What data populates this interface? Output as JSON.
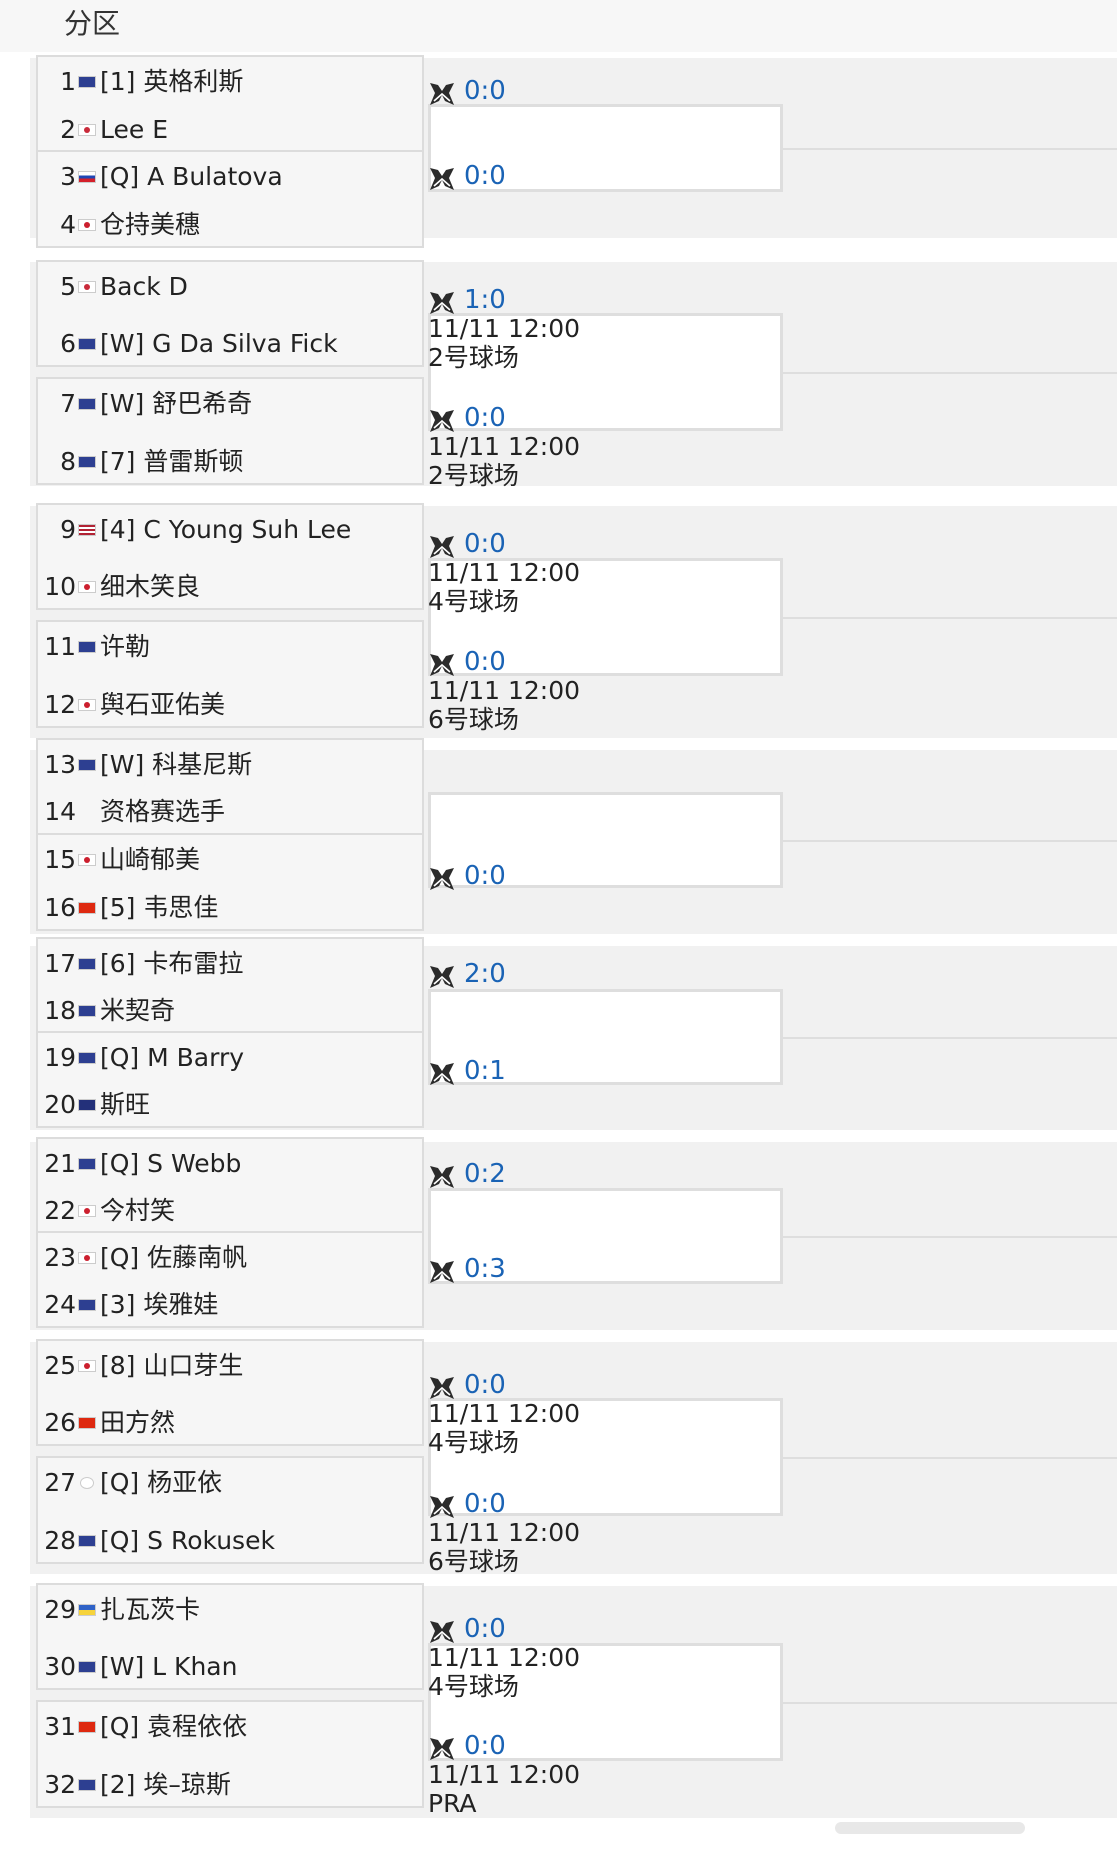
{
  "header": {
    "label": "分区"
  },
  "draw": {
    "players": [
      {
        "seed": "1",
        "flag": "au",
        "name": "[1] 英格利斯"
      },
      {
        "seed": "2",
        "flag": "kr",
        "name": "Lee E"
      },
      {
        "seed": "3",
        "flag": "ru",
        "name": "[Q] A Bulatova"
      },
      {
        "seed": "4",
        "flag": "jp",
        "name": "仓持美穗"
      },
      {
        "seed": "5",
        "flag": "kr",
        "name": "Back D"
      },
      {
        "seed": "6",
        "flag": "au",
        "name": "[W] G Da Silva Fick"
      },
      {
        "seed": "7",
        "flag": "au",
        "name": "[W] 舒巴希奇"
      },
      {
        "seed": "8",
        "flag": "au",
        "name": "[7] 普雷斯顿"
      },
      {
        "seed": "9",
        "flag": "us",
        "name": "[4] C Young Suh Lee"
      },
      {
        "seed": "10",
        "flag": "jp",
        "name": "细木笑良"
      },
      {
        "seed": "11",
        "flag": "au",
        "name": "许勒"
      },
      {
        "seed": "12",
        "flag": "jp",
        "name": "舆石亚佑美"
      },
      {
        "seed": "13",
        "flag": "au",
        "name": "[W] 科基尼斯"
      },
      {
        "seed": "14",
        "flag": "none",
        "name": "资格赛选手"
      },
      {
        "seed": "15",
        "flag": "jp",
        "name": "山崎郁美"
      },
      {
        "seed": "16",
        "flag": "cn",
        "name": "[5] 韦思佳"
      },
      {
        "seed": "17",
        "flag": "au",
        "name": "[6] 卡布雷拉"
      },
      {
        "seed": "18",
        "flag": "au",
        "name": "米契奇"
      },
      {
        "seed": "19",
        "flag": "au",
        "name": "[Q] M Barry"
      },
      {
        "seed": "20",
        "flag": "gb",
        "name": "斯旺"
      },
      {
        "seed": "21",
        "flag": "au",
        "name": "[Q] S Webb"
      },
      {
        "seed": "22",
        "flag": "jp",
        "name": "今村笑"
      },
      {
        "seed": "23",
        "flag": "jp",
        "name": "[Q] 佐藤南帆"
      },
      {
        "seed": "24",
        "flag": "au",
        "name": "[3] 埃雅娃"
      },
      {
        "seed": "25",
        "flag": "jp",
        "name": "[8] 山口芽生"
      },
      {
        "seed": "26",
        "flag": "cn",
        "name": "田方然"
      },
      {
        "seed": "27",
        "flag": "tpe",
        "name": "[Q] 杨亚依"
      },
      {
        "seed": "28",
        "flag": "au",
        "name": "[Q] S Rokusek"
      },
      {
        "seed": "29",
        "flag": "ua",
        "name": "扎瓦茨卡"
      },
      {
        "seed": "30",
        "flag": "au",
        "name": "[W] L Khan"
      },
      {
        "seed": "31",
        "flag": "cn",
        "name": "[Q] 袁程依依"
      },
      {
        "seed": "32",
        "flag": "au",
        "name": "[2] 埃–琼斯"
      }
    ],
    "matches": [
      {
        "score": "0:0",
        "time": "",
        "court": ""
      },
      {
        "score": "0:0",
        "time": "",
        "court": ""
      },
      {
        "score": "1:0",
        "time": "11/11 12:00",
        "court": "2号球场"
      },
      {
        "score": "0:0",
        "time": "11/11 12:00",
        "court": "2号球场"
      },
      {
        "score": "0:0",
        "time": "11/11 12:00",
        "court": "4号球场"
      },
      {
        "score": "0:0",
        "time": "11/11 12:00",
        "court": "6号球场"
      },
      {
        "score": "",
        "time": "",
        "court": ""
      },
      {
        "score": "0:0",
        "time": "",
        "court": ""
      },
      {
        "score": "2:0",
        "time": "",
        "court": ""
      },
      {
        "score": "0:1",
        "time": "",
        "court": ""
      },
      {
        "score": "0:2",
        "time": "",
        "court": ""
      },
      {
        "score": "0:3",
        "time": "",
        "court": ""
      },
      {
        "score": "0:0",
        "time": "11/11 12:00",
        "court": "4号球场"
      },
      {
        "score": "0:0",
        "time": "11/11 12:00",
        "court": "6号球场"
      },
      {
        "score": "0:0",
        "time": "11/11 12:00",
        "court": "4号球场"
      },
      {
        "score": "0:0",
        "time": "11/11 12:00",
        "court": "PRA"
      }
    ]
  },
  "colors": {
    "score": "#1a63b5",
    "band": "#f1f1f1",
    "box": "#f6f6f6",
    "line": "#dedede"
  }
}
